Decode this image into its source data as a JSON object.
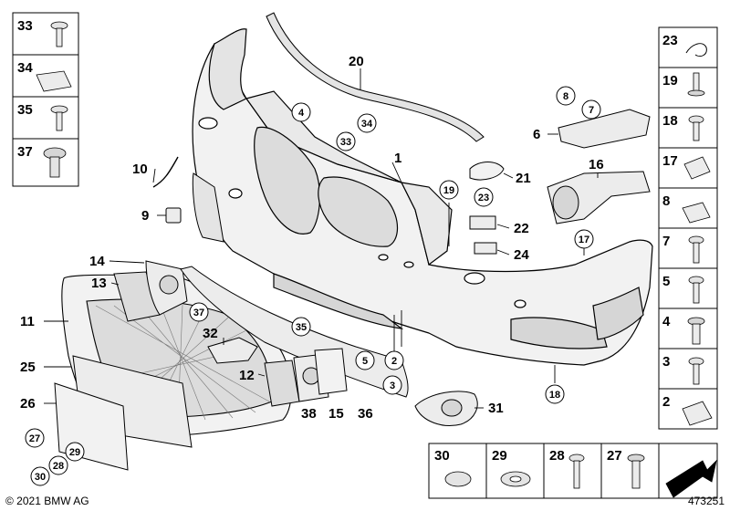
{
  "footer": {
    "copyright": "© 2021 BMW AG",
    "reference": "473251"
  },
  "left_column": [
    "33",
    "34",
    "35",
    "37"
  ],
  "right_column": [
    "23",
    "19",
    "18",
    "17",
    "8",
    "7",
    "5",
    "4",
    "3",
    "2"
  ],
  "bottom_row": [
    "30",
    "29",
    "28",
    "27"
  ],
  "callouts": {
    "c1": "1",
    "c6": "6",
    "c9": "9",
    "c10": "10",
    "c11": "11",
    "c12": "12",
    "c13": "13",
    "c14": "14",
    "c15": "15",
    "c16": "16",
    "c20": "20",
    "c21": "21",
    "c22": "22",
    "c24": "24",
    "c25": "25",
    "c26": "26",
    "c31": "31",
    "c32": "32",
    "c36": "36",
    "c38": "38"
  },
  "circles": {
    "k2": "2",
    "k3": "3",
    "k4": "4",
    "k5": "5",
    "k7": "7",
    "k8": "8",
    "k17": "17",
    "k18": "18",
    "k19": "19",
    "k23": "23",
    "k27": "27",
    "k28": "28",
    "k29": "29",
    "k30": "30",
    "k33": "33",
    "k34": "34",
    "k35": "35",
    "k37": "37"
  },
  "colors": {
    "line": "#000000",
    "part_fill": "#f2f2f2",
    "part_shade": "#d6d6d6",
    "cell_border": "#000000",
    "arrow_fill": "#000000"
  }
}
